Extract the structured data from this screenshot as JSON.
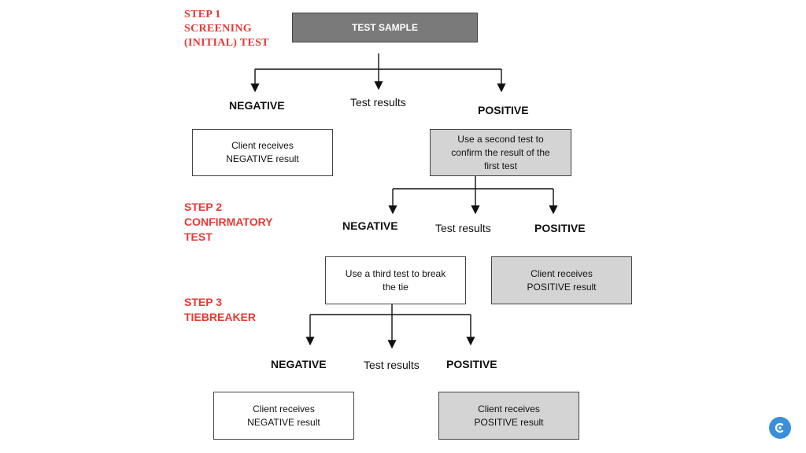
{
  "steps": {
    "step1": "STEP 1\nSCREENING\n(INITIAL) TEST",
    "step2": "STEP 2\nCONFIRMATORY\nTEST",
    "step3": "STEP 3\nTIEBREAKER"
  },
  "boxes": {
    "test_sample": "TEST SAMPLE",
    "client_negative_1": "Client receives\nNEGATIVE result",
    "second_test": "Use a second test to\nconfirm the result of the\nfirst test",
    "third_test": "Use a third test to break\nthe tie",
    "client_positive_2": "Client receives\nPOSITIVE result",
    "client_negative_3": "Client receives\nNEGATIVE result",
    "client_positive_3": "Client receives\nPOSITIVE result"
  },
  "level1": {
    "negative": "NEGATIVE",
    "results": "Test results",
    "positive": "POSITIVE"
  },
  "level2": {
    "negative": "NEGATIVE",
    "results": "Test results",
    "positive": "POSITIVE"
  },
  "level3": {
    "negative": "NEGATIVE",
    "results": "Test results",
    "positive": "POSITIVE"
  },
  "colors": {
    "step_label": "#e53935",
    "gray_box": "#d4d4d4",
    "header_box": "#7a7a7a",
    "badge": "#3b8fd9"
  },
  "icons": {
    "badge": "logo-badge-icon"
  }
}
